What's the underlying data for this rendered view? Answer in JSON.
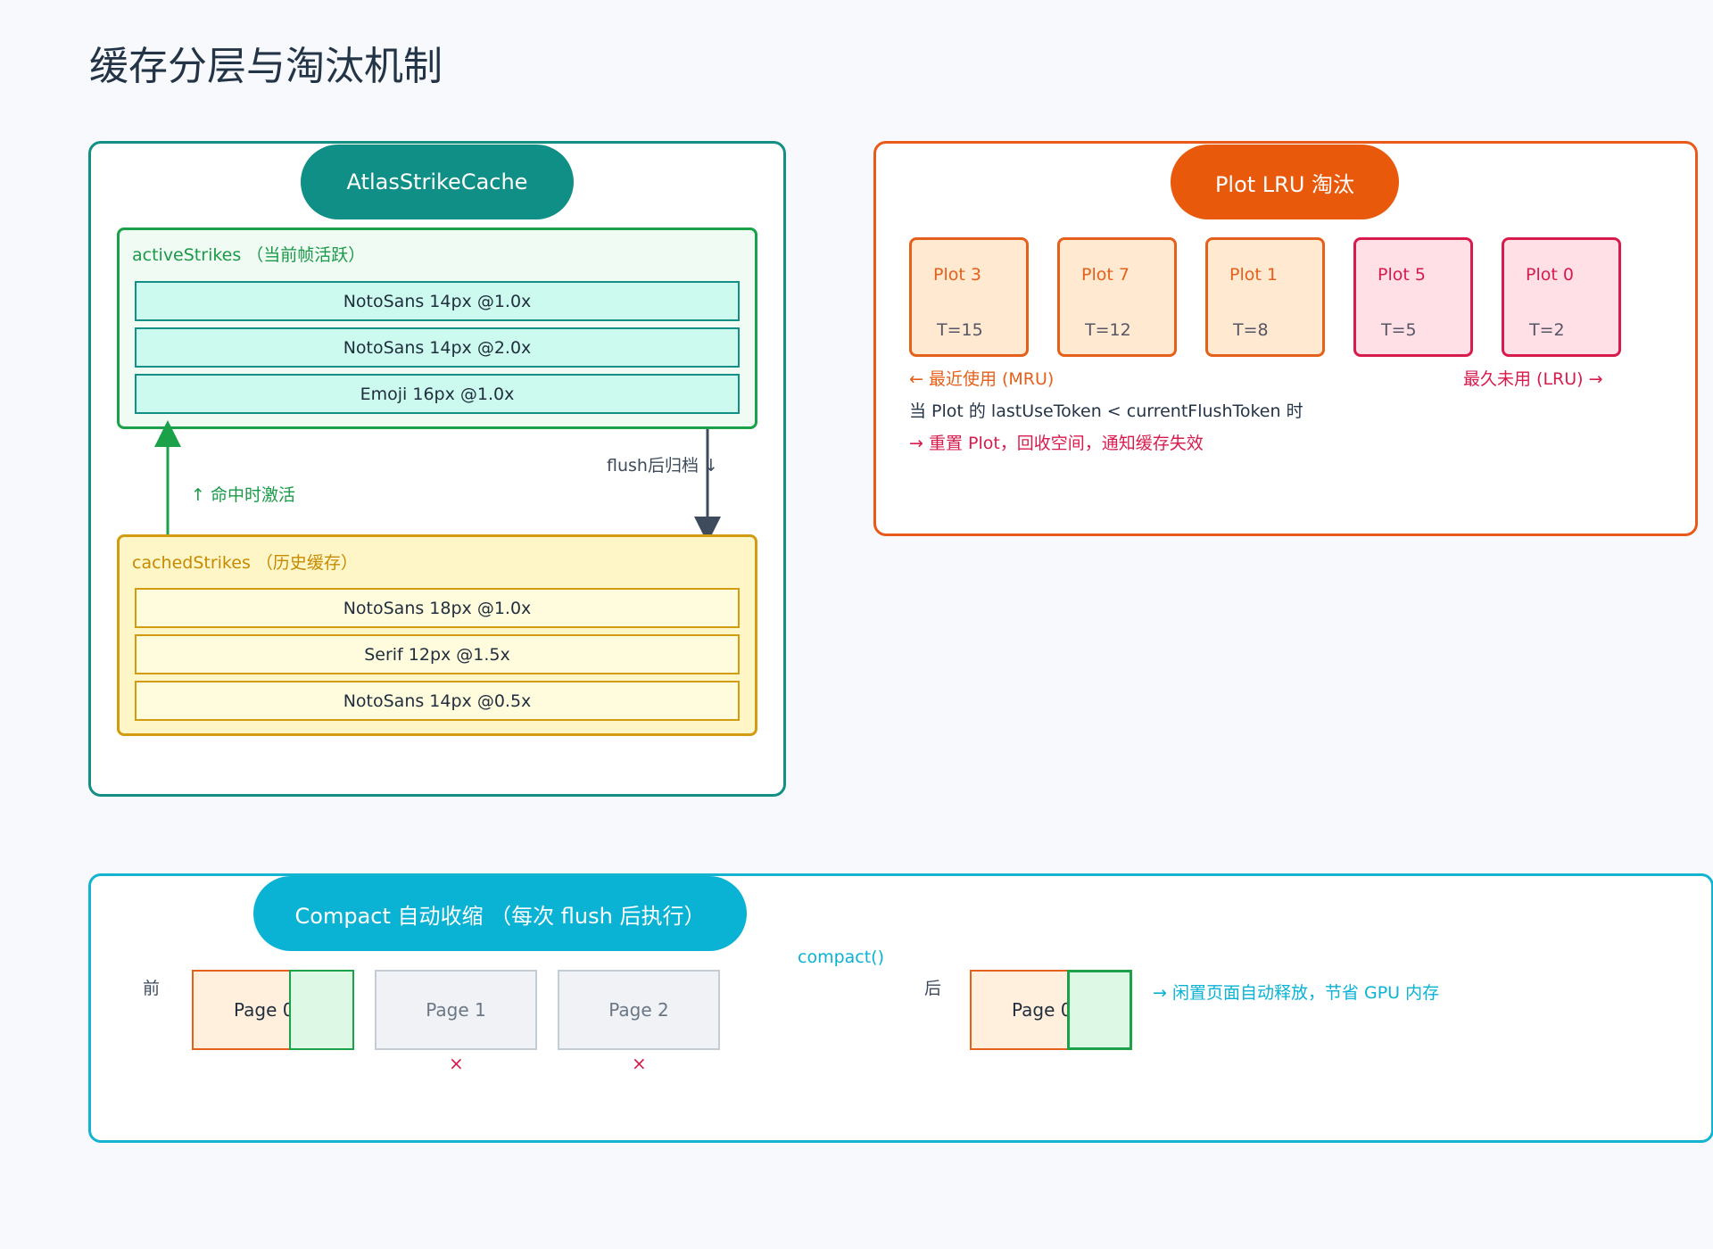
{
  "title": "缓存分层与淘汰机制",
  "cache_panel": {
    "header": "AtlasStrikeCache",
    "active": {
      "label": "activeStrikes （当前帧活跃）",
      "rows": [
        "NotoSans 14px @1.0x",
        "NotoSans 14px @2.0x",
        "Emoji 16px @1.0x"
      ]
    },
    "cached": {
      "label": "cachedStrikes （历史缓存）",
      "rows": [
        "NotoSans 18px @1.0x",
        "Serif 12px @1.5x",
        "NotoSans 14px @0.5x"
      ]
    },
    "hit_note": "↑ 命中时激活",
    "flush_note": "flush后归档 ↓",
    "colors": {
      "teal": "#0f8f86",
      "green": "#1aa14a",
      "gold": "#d29c11",
      "slate": "#3d4b5c"
    }
  },
  "lru_panel": {
    "header": "Plot LRU 淘汰",
    "plots": [
      {
        "name": "Plot 3",
        "token": "T=15",
        "kind": "orange"
      },
      {
        "name": "Plot 7",
        "token": "T=12",
        "kind": "orange"
      },
      {
        "name": "Plot 1",
        "token": "T=8",
        "kind": "orange"
      },
      {
        "name": "Plot 5",
        "token": "T=5",
        "kind": "pink"
      },
      {
        "name": "Plot 0",
        "token": "T=2",
        "kind": "pink"
      }
    ],
    "mru_label": "← 最近使用 (MRU)",
    "lru_label": "最久未用 (LRU) →",
    "condition": "当 Plot 的 lastUseToken < currentFlushToken 时",
    "action": "→ 重置 Plot，回收空间，通知缓存失效",
    "colors": {
      "orange": "#e8590c",
      "pink": "#d81b4d"
    }
  },
  "compact_panel": {
    "header": "Compact 自动收缩  （每次 flush 后执行）",
    "before_label": "前",
    "after_label": "后",
    "before_pages": [
      {
        "label": "Page 0",
        "removed": false
      },
      {
        "label": "Page 1",
        "removed": true
      },
      {
        "label": "Page 2",
        "removed": true
      }
    ],
    "remove_mark": "×",
    "call_label": "compact()",
    "after_page": "Page 0",
    "result": "→ 闲置页面自动释放，节省 GPU 内存",
    "colors": {
      "cyan": "#0ab2d4"
    }
  }
}
